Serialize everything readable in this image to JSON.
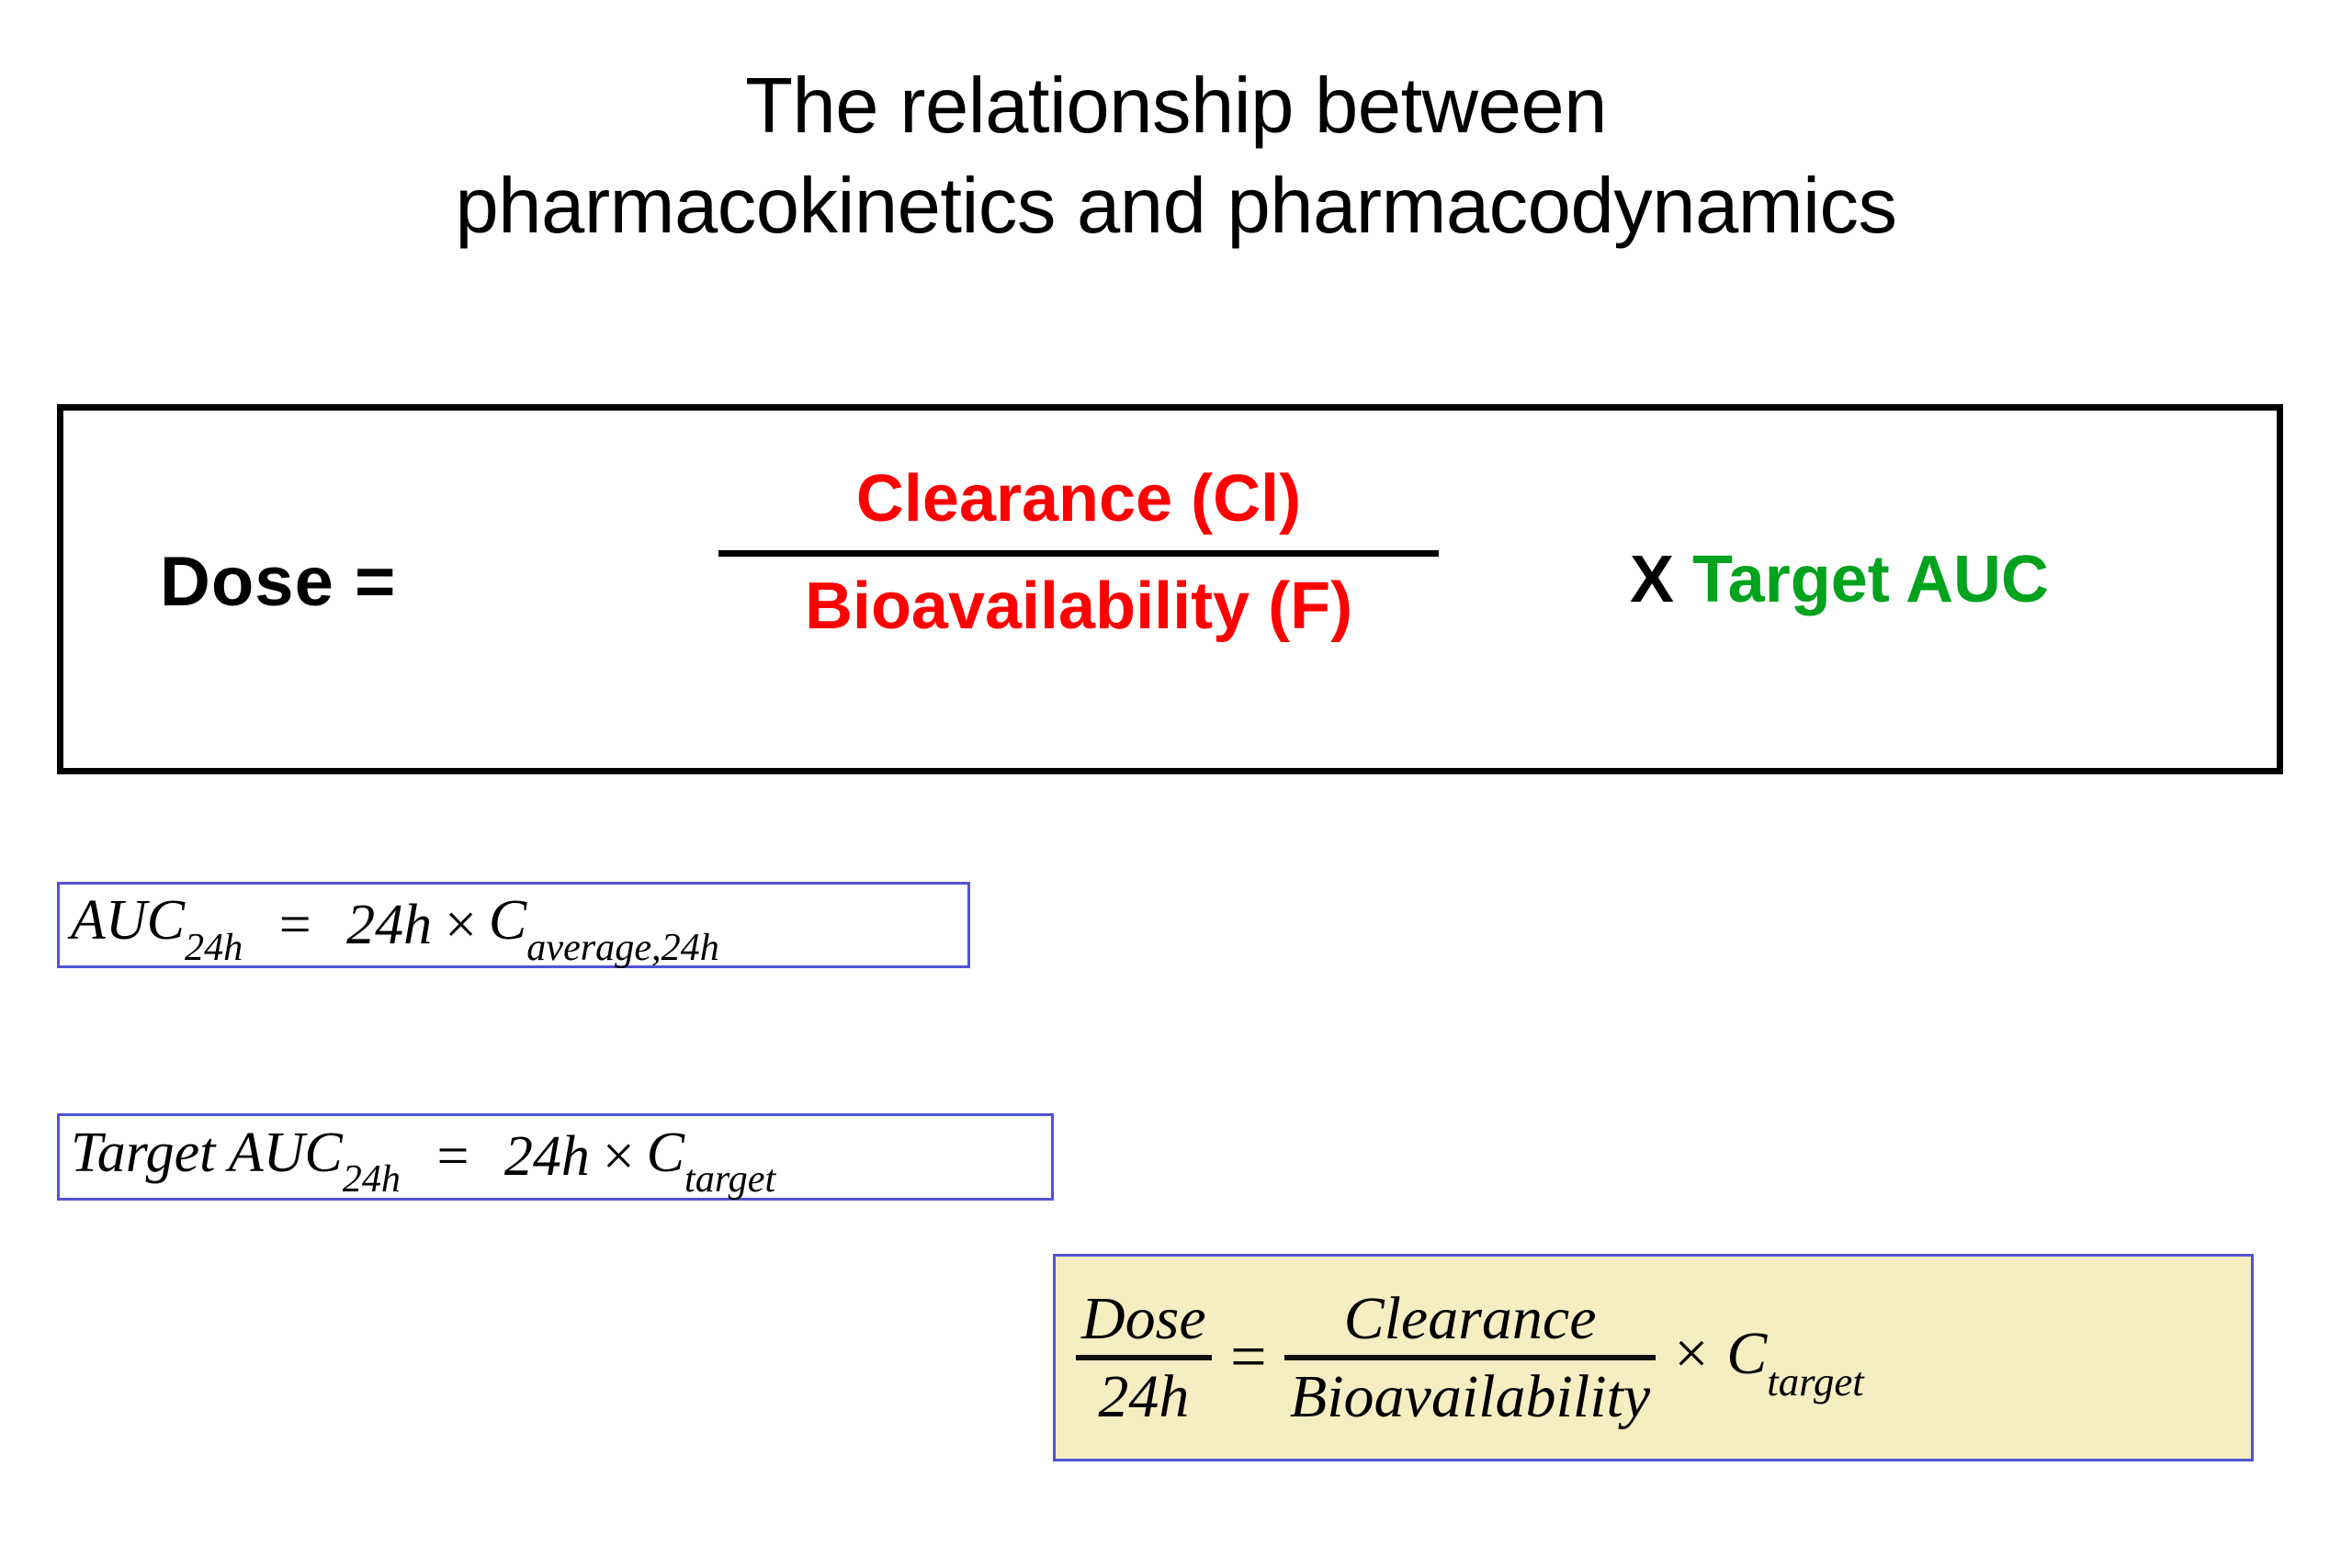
{
  "title": {
    "line1": "The relationship between",
    "line2": "pharmacokinetics and pharmacodynamics"
  },
  "colors": {
    "red": "#FF0000",
    "green": "#00A21E",
    "black": "#000000",
    "box_border_blue": "#5252D6",
    "highlight_yellow": "#F6EEC2"
  },
  "dose_equation": {
    "lhs": "Dose =",
    "numerator": "Clearance (Cl)",
    "denominator": "Bioavailability (F)",
    "multiply_symbol": "X",
    "rhs": "Target AUC"
  },
  "auc_24h_equation": {
    "lhs_base": "AUC",
    "lhs_sub": "24h",
    "equals": "=",
    "rhs_time": "24h",
    "times": "×",
    "rhs_base": "C",
    "rhs_sub": "average,24h"
  },
  "target_auc_24h_equation": {
    "lhs_base": "Target AUC",
    "lhs_sub": "24h",
    "equals": "=",
    "rhs_time": "24h",
    "times": "×",
    "rhs_base": "C",
    "rhs_sub": "target"
  },
  "final_equation": {
    "frac1_numerator": "Dose",
    "frac1_denominator": "24h",
    "equals": "=",
    "frac2_numerator": "Clearance",
    "frac2_denominator": "Bioavailability",
    "times": "×",
    "tail_base": "C",
    "tail_sub": "target"
  }
}
